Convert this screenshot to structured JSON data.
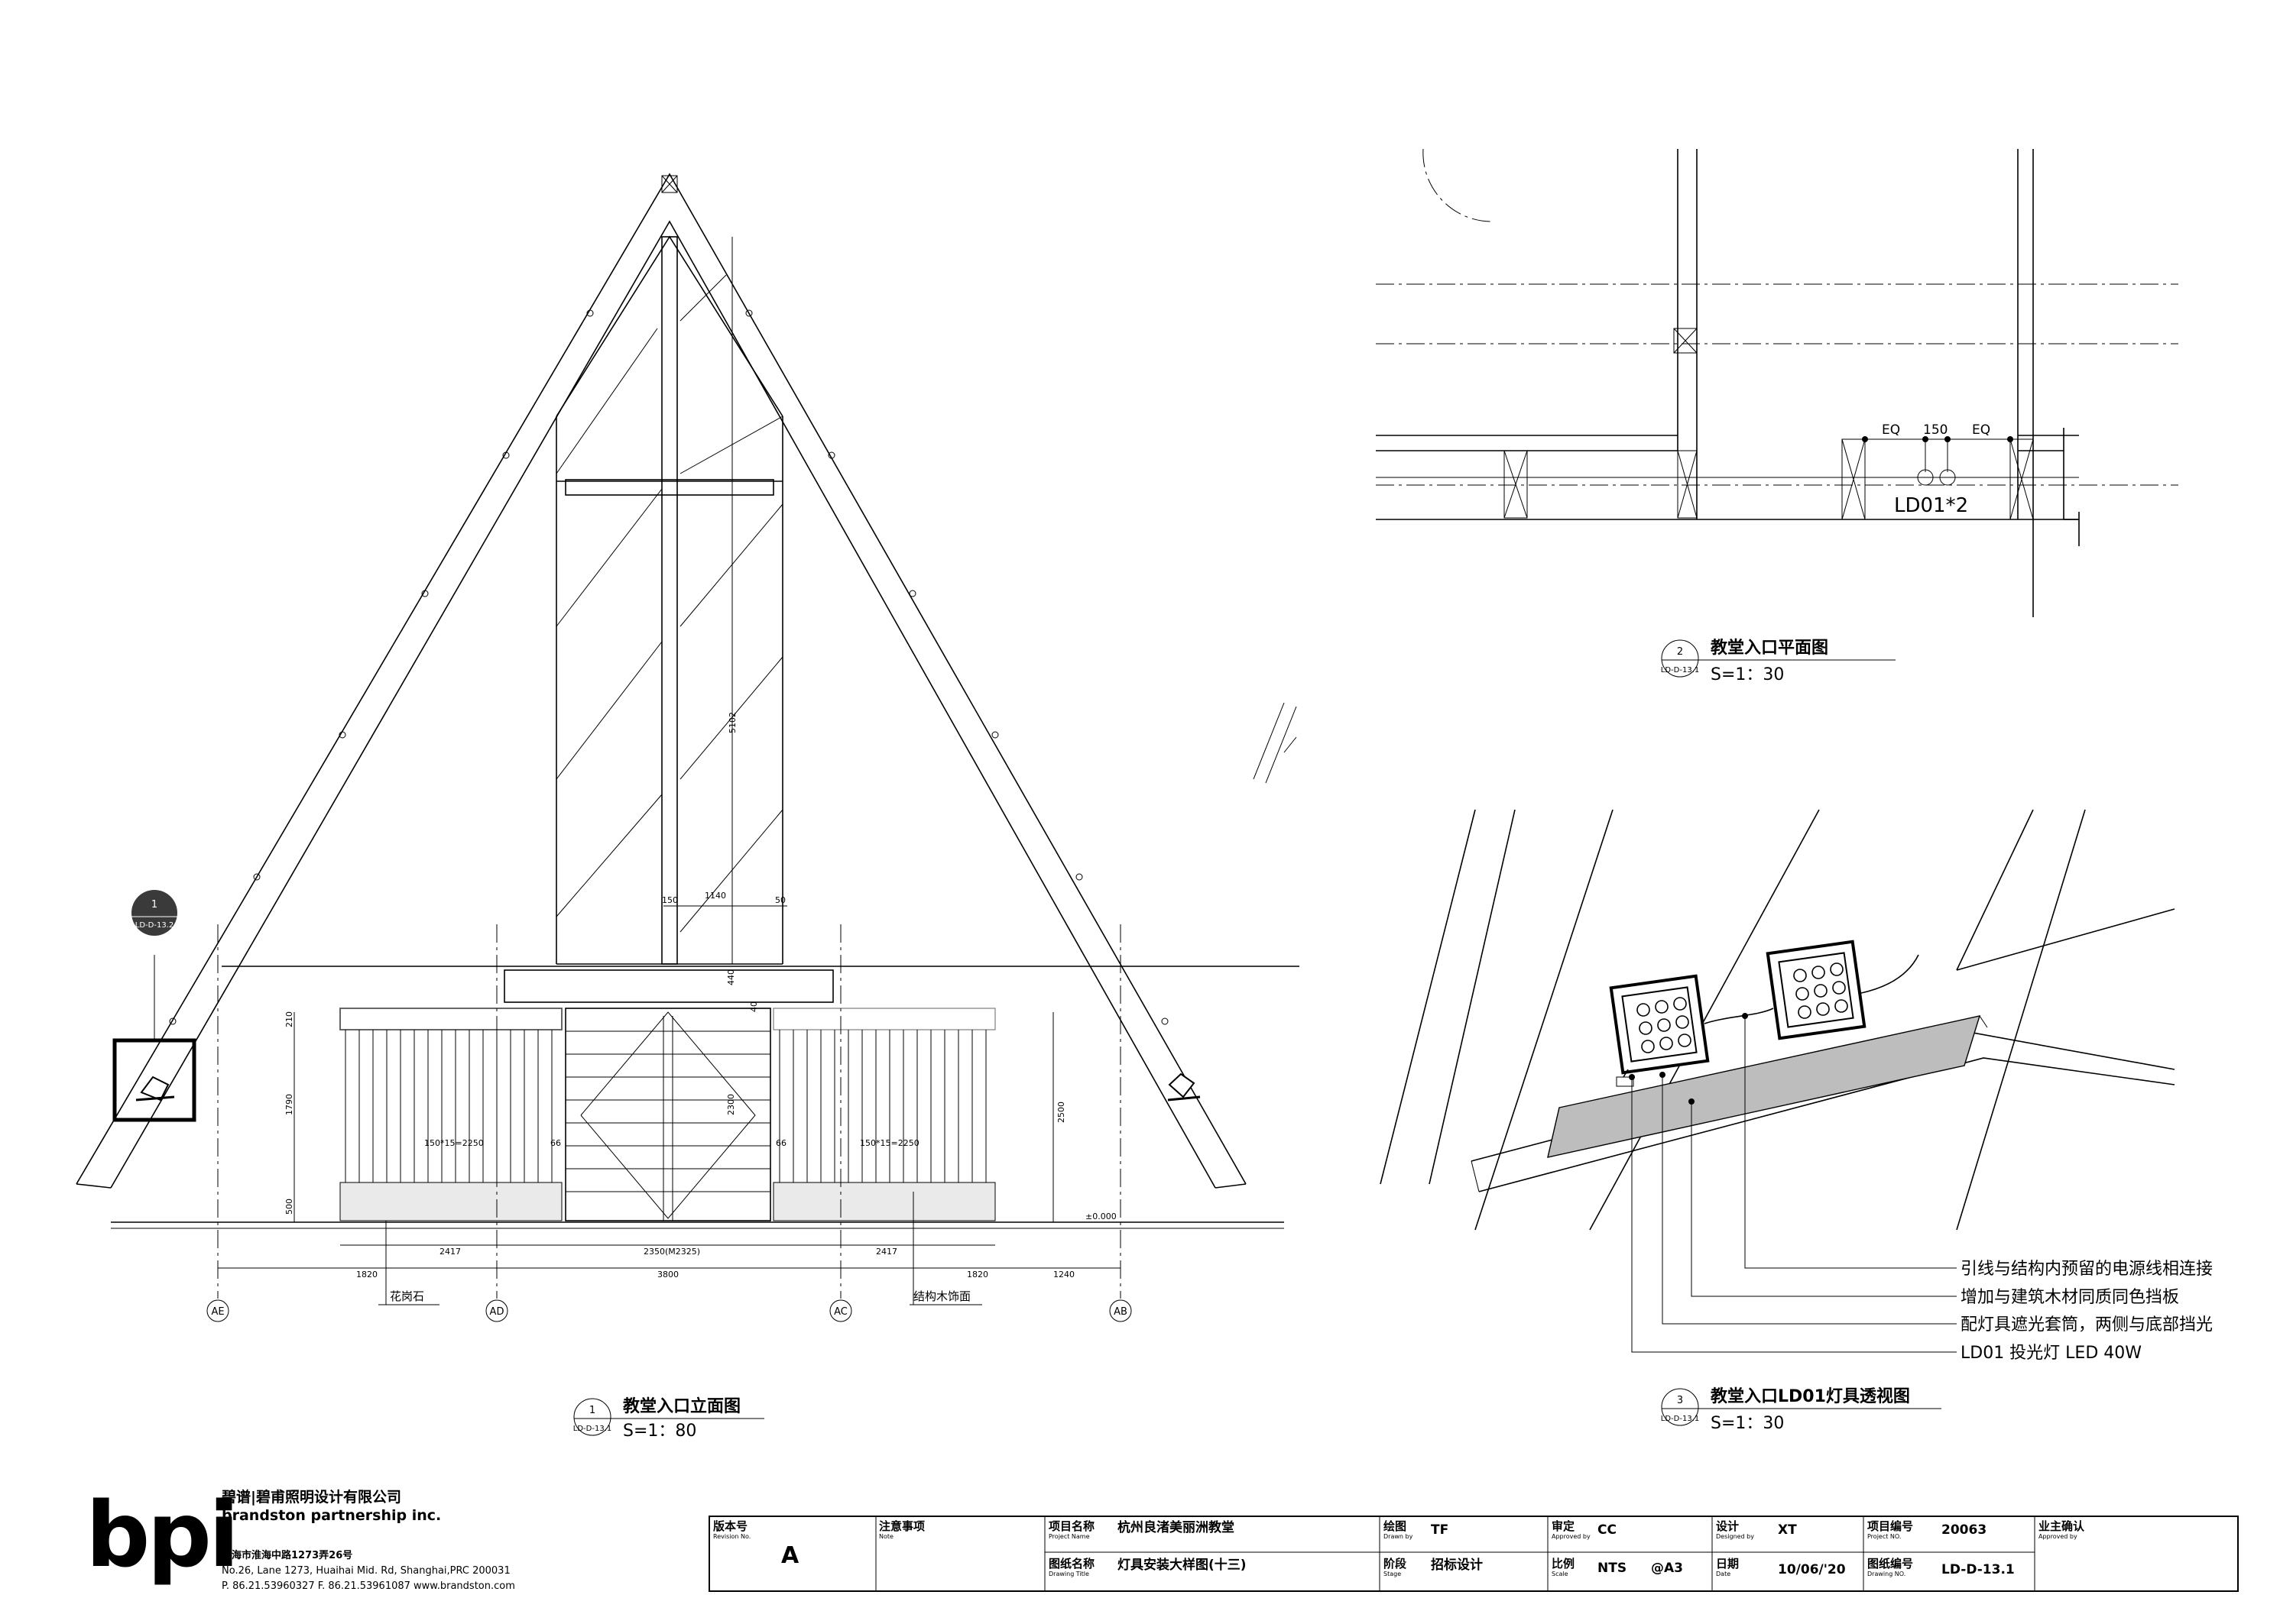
{
  "drawings": {
    "elevation": {
      "number": "1",
      "sheet_ref": "LD-D-13.1",
      "title": "教堂入口立面图",
      "scale": "S=1：80",
      "callout_number": "1",
      "callout_ref": "LD-D-13.2",
      "dimensions": {
        "d_150": "150",
        "d_1140": "1140",
        "d_50": "50",
        "d_5102": "5102",
        "d_440": "440",
        "d_40": "40",
        "d_210": "210",
        "d_1790": "1790",
        "d_500": "500",
        "d_2300": "2300",
        "d_2500": "2500",
        "d_66a": "66",
        "d_66b": "66",
        "grille_left": "150*15=2250",
        "grille_right": "150*15=2250",
        "level": "±0.000",
        "d_2417_left": "2417",
        "d_2350": "2350(M2325)",
        "d_2417_right": "2417",
        "d_1820_left": "1820",
        "d_3800": "3800",
        "d_1820_right": "1820",
        "d_1240": "1240"
      },
      "material_labels": {
        "granite": "花岗石",
        "wood": "结构木饰面"
      },
      "grid_axes": [
        "AE",
        "AD",
        "AC",
        "AB"
      ]
    },
    "plan": {
      "number": "2",
      "sheet_ref": "LD-D-13.1",
      "title": "教堂入口平面图",
      "scale": "S=1：30",
      "dim_eq_left": "EQ",
      "dim_150": "150",
      "dim_eq_right": "EQ",
      "fixture_tag": "LD01*2"
    },
    "perspective": {
      "number": "3",
      "sheet_ref": "LD-D-13.1",
      "title": "教堂入口LD01灯具透视图",
      "scale": "S=1：30",
      "notes": [
        "引线与结构内预留的电源线相连接",
        "增加与建筑木材同质同色挡板",
        "配灯具遮光套筒，两侧与底部挡光",
        "LD01 投光灯 LED 40W"
      ]
    }
  },
  "company": {
    "logo": "bpi",
    "name_cn": "碧谱|碧甫照明设计有限公司",
    "name_en": "brandston partnership inc.",
    "address_cn": "上海市淮海中路1273弄26号",
    "address_en": "No.26, Lane 1273, Huaihai Mid. Rd, Shanghai,PRC 200031",
    "contact": "P. 86.21.53960327  F. 86.21.53961087  www.brandston.com"
  },
  "title_block": {
    "revision_label": "版本号",
    "revision_sub": "Revision No.",
    "revision_value": "A",
    "note_label": "注意事项",
    "note_sub": "Note",
    "project_name_label": "项目名称",
    "project_name_sub": "Project Name",
    "project_name_value": "杭州良渚美丽洲教堂",
    "drawing_title_label": "图纸名称",
    "drawing_title_sub": "Drawing Title",
    "drawing_title_value": "灯具安装大样图(十三)",
    "drawn_label": "绘图",
    "drawn_sub": "Drawn by",
    "drawn_value": "TF",
    "stage_label": "阶段",
    "stage_sub": "Stage",
    "stage_value": "招标设计",
    "approved_label": "审定",
    "approved_sub": "Approved by",
    "approved_value": "CC",
    "scale_label": "比例",
    "scale_sub": "Scale",
    "scale_value": "NTS",
    "paper_value": "@A3",
    "designed_label": "设计",
    "designed_sub": "Designed by",
    "designed_value": "XT",
    "date_label": "日期",
    "date_sub": "Date",
    "date_value": "10/06/'20",
    "project_no_label": "项目编号",
    "project_no_sub": "Project NO.",
    "project_no_value": "20063",
    "drawing_no_label": "图纸编号",
    "drawing_no_sub": "Drawing NO.",
    "drawing_no_value": "LD-D-13.1",
    "owner_label": "业主确认",
    "owner_sub": "Approved by"
  }
}
